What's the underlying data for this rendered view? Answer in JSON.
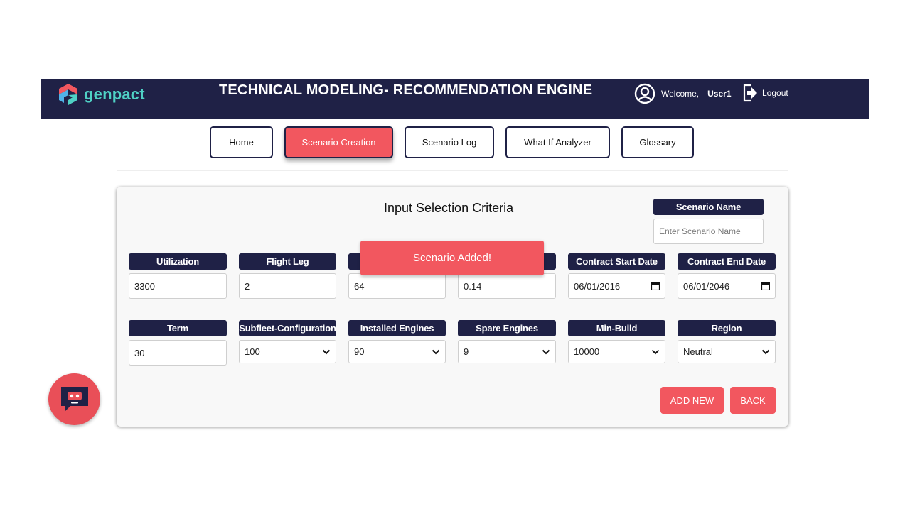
{
  "header": {
    "logo_text": "genpact",
    "title": "TECHNICAL MODELING- RECOMMENDATION ENGINE",
    "welcome_label": "Welcome,",
    "username": "User1",
    "logout_label": "Logout",
    "icons": {
      "user": "user-circle-icon",
      "logout": "logout-icon"
    }
  },
  "nav": {
    "items": [
      {
        "label": "Home",
        "active": false
      },
      {
        "label": "Scenario Creation",
        "active": true
      },
      {
        "label": "Scenario Log",
        "active": false
      },
      {
        "label": "What If Analyzer",
        "active": false
      },
      {
        "label": "Glossary",
        "active": false
      }
    ]
  },
  "form": {
    "title": "Input Selection Criteria",
    "scenario_name": {
      "label": "Scenario Name",
      "placeholder": "Enter Scenario Name",
      "value": ""
    },
    "row1": [
      {
        "label": "Utilization",
        "value": "3300",
        "type": "text"
      },
      {
        "label": "Flight Leg",
        "value": "2",
        "type": "text"
      },
      {
        "label": "",
        "value": "64",
        "type": "text"
      },
      {
        "label": "",
        "value": "0.14",
        "type": "text"
      },
      {
        "label": "Contract Start Date",
        "value": "06/01/2016",
        "type": "date"
      },
      {
        "label": "Contract End Date",
        "value": "06/01/2046",
        "type": "date"
      }
    ],
    "row2": [
      {
        "label": "Term",
        "value": "30",
        "type": "text"
      },
      {
        "label": "Subfleet-Configuration",
        "value": "100",
        "type": "select"
      },
      {
        "label": "Installed Engines",
        "value": "90",
        "type": "select"
      },
      {
        "label": "Spare Engines",
        "value": "9",
        "type": "select"
      },
      {
        "label": "Min-Build",
        "value": "10000",
        "type": "select"
      },
      {
        "label": "Region",
        "value": "Neutral",
        "type": "select"
      }
    ],
    "toast": "Scenario Added!",
    "add_new_label": "ADD NEW",
    "back_label": "BACK"
  },
  "colors": {
    "navy": "#1f2146",
    "accent": "#f2575f",
    "logo": "#4fd1c5"
  },
  "chatbot": {
    "icon": "chatbot-icon"
  }
}
